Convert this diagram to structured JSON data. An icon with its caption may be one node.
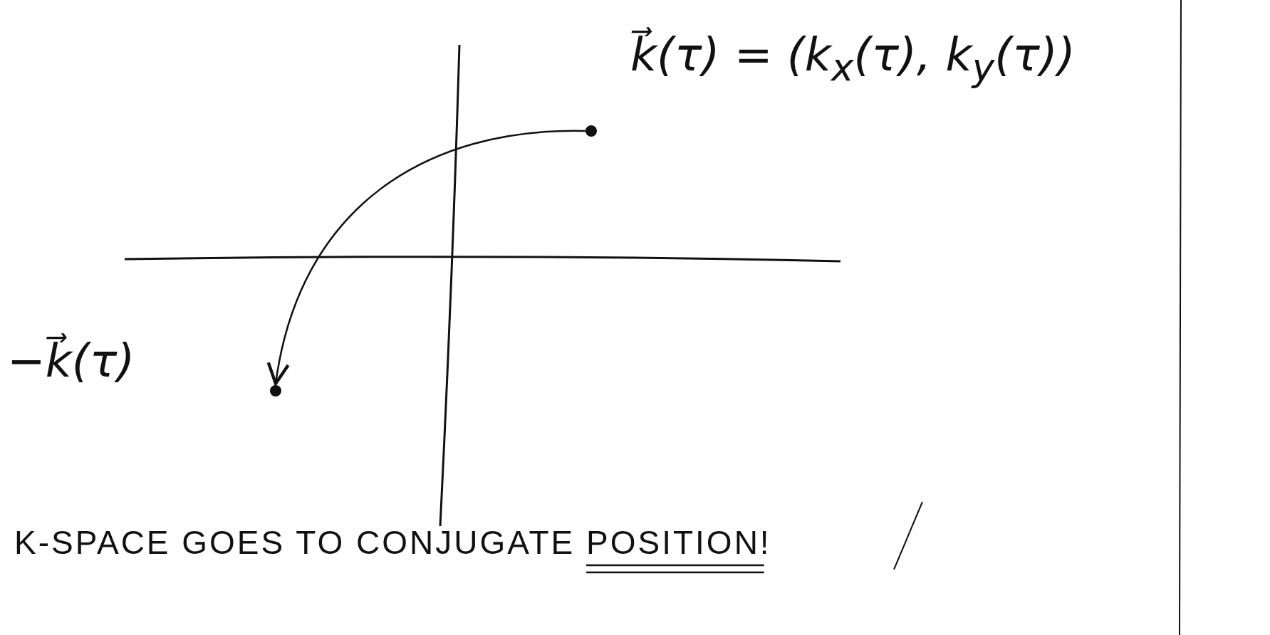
{
  "diagram": {
    "nodes": [
      {
        "text": [],
        "shape": "circle",
        "beside": [
          "k⃗(τ) = (k$_{x}$(τ), k$_{y}$(τ))"
        ]
      },
      {
        "text": [],
        "shape": "circle",
        "beside": [
          "−k⃗(τ)"
        ]
      }
    ],
    "edges": [
      {
        "from": 0,
        "to": 1,
        "arrow": "to"
      }
    ],
    "labels": [
      "K-SPACE GOES TO CONJUGATE POSITION!"
    ]
  }
}
